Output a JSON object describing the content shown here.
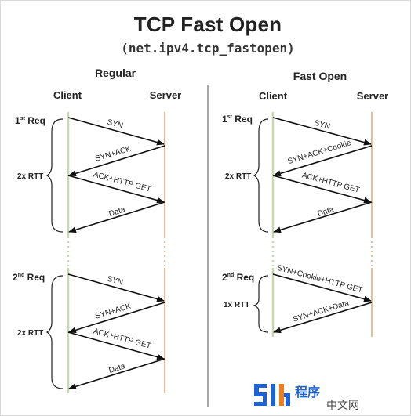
{
  "title": "TCP Fast Open",
  "subtitle": "(net.ipv4.tcp_fastopen)",
  "panels": {
    "regular": {
      "heading": "Regular",
      "client": "Client",
      "server": "Server",
      "req1": {
        "num": "1",
        "sup": "st",
        "word": " Req",
        "rtt": "2x RTT",
        "messages": [
          "SYN",
          "SYN+ACK",
          "ACK+HTTP GET",
          "Data"
        ]
      },
      "req2": {
        "num": "2",
        "sup": "nd",
        "word": " Req",
        "rtt": "2x RTT",
        "messages": [
          "SYN",
          "SYN+ACK",
          "ACK+HTTP GET",
          "Data"
        ]
      }
    },
    "fast_open": {
      "heading": "Fast Open",
      "client": "Client",
      "server": "Server",
      "req1": {
        "num": "1",
        "sup": "st",
        "word": " Req",
        "rtt": "2x RTT",
        "messages": [
          "SYN",
          "SYN+ACK+Cookie",
          "ACK+HTTP GET",
          "Data"
        ]
      },
      "req2": {
        "num": "2",
        "sup": "nd",
        "word": " Req",
        "rtt": "1x RTT",
        "messages": [
          "SYN+Cookie+HTTP GET",
          "SYN+ACK+Data"
        ]
      }
    }
  },
  "watermark": {
    "brand": "5lh",
    "cn1": "程序",
    "cn2": "中文网",
    "color_blue": "#1e63d6",
    "color_orange": "#f07c1e"
  },
  "colors": {
    "client_line": "#c8d8b0",
    "server_line": "#e9b48a",
    "divider": "#8a8a8a",
    "arrow": "#111111"
  }
}
